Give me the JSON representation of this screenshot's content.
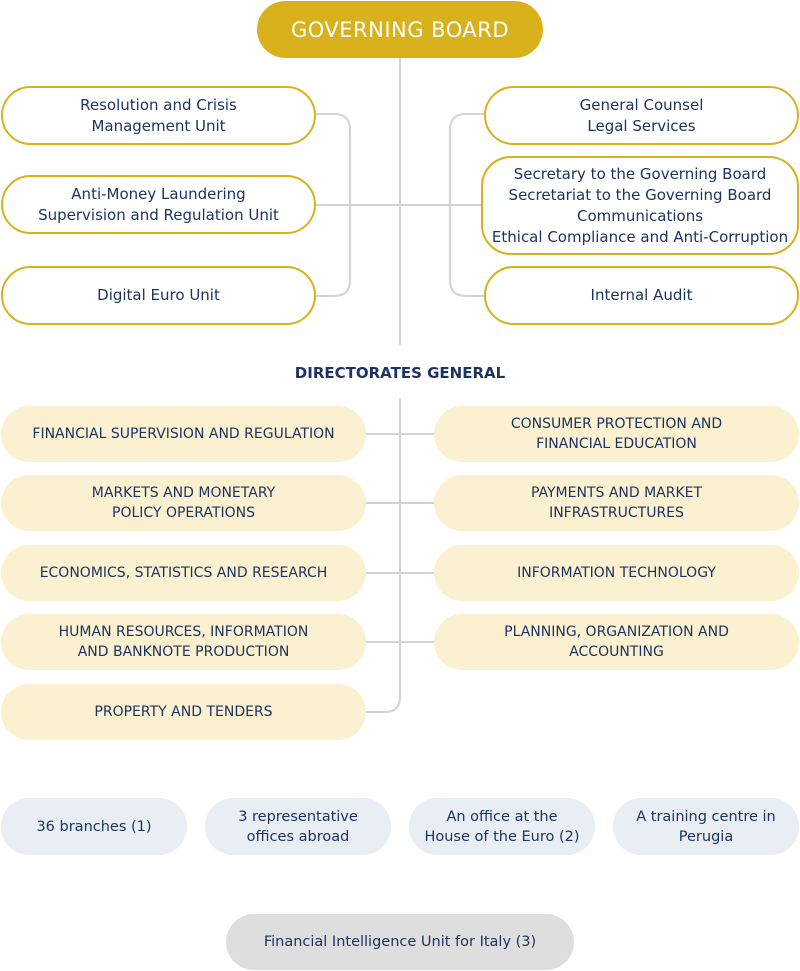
{
  "board": {
    "title": "GOVERNING BOARD"
  },
  "left_units": [
    {
      "lines": [
        "Resolution and Crisis",
        "Management Unit"
      ]
    },
    {
      "lines": [
        "Anti-Money Laundering",
        "Supervision and Regulation Unit"
      ]
    },
    {
      "lines": [
        "Digital Euro Unit"
      ]
    }
  ],
  "right_units": [
    {
      "lines": [
        "General Counsel",
        "Legal Services"
      ]
    },
    {
      "lines": [
        "Secretary to the Governing Board",
        "Secretariat to the Governing Board",
        "Communications",
        "Ethical Compliance and Anti-Corruption"
      ]
    },
    {
      "lines": [
        "Internal Audit"
      ]
    }
  ],
  "directorates_heading": "DIRECTORATES GENERAL",
  "left_directorates": [
    {
      "lines": [
        "FINANCIAL SUPERVISION AND REGULATION"
      ]
    },
    {
      "lines": [
        "MARKETS AND MONETARY",
        "POLICY OPERATIONS"
      ]
    },
    {
      "lines": [
        "ECONOMICS, STATISTICS AND RESEARCH"
      ]
    },
    {
      "lines": [
        "HUMAN RESOURCES, INFORMATION",
        "AND BANKNOTE PRODUCTION"
      ]
    },
    {
      "lines": [
        "PROPERTY AND TENDERS"
      ]
    }
  ],
  "right_directorates": [
    {
      "lines": [
        "CONSUMER PROTECTION AND",
        "FINANCIAL EDUCATION"
      ]
    },
    {
      "lines": [
        "PAYMENTS AND MARKET",
        "INFRASTRUCTURES"
      ]
    },
    {
      "lines": [
        "INFORMATION TECHNOLOGY"
      ]
    },
    {
      "lines": [
        "PLANNING, ORGANIZATION AND",
        "ACCOUNTING"
      ]
    }
  ],
  "offices": [
    {
      "lines": [
        "36 branches (1)"
      ]
    },
    {
      "lines": [
        "3 representative",
        "offices abroad"
      ]
    },
    {
      "lines": [
        "An office at the",
        "House of the Euro (2)"
      ]
    },
    {
      "lines": [
        "A training centre in",
        "Perugia"
      ]
    }
  ],
  "fiu": {
    "label": "Financial Intelligence Unit for Italy (3)"
  },
  "colors": {
    "gold": "#d9b11c",
    "light_gold": "#fbf1d1",
    "navy": "#1d3461",
    "office_blue": "#e9edf4",
    "grey": "#dedede",
    "connector": "#d3d3d3"
  }
}
